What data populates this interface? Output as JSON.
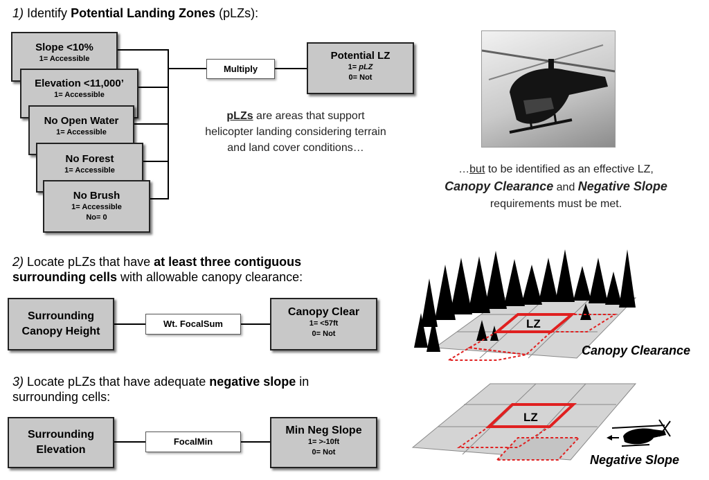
{
  "step1": {
    "num": "1)",
    "pre": " Identify ",
    "bold": "Potential Landing Zones",
    "post": " (pLZs):"
  },
  "step2": {
    "num": "2)",
    "pre": " Locate pLZs that have ",
    "bold": "at least three contiguous surrounding cells",
    "post": " with allowable canopy clearance:"
  },
  "step3": {
    "num": "3)",
    "pre": " Locate pLZs that have adequate ",
    "bold": "negative slope",
    "post": " in surrounding cells:"
  },
  "inputs": [
    {
      "title": "Slope <10%",
      "sub": "1= Accessible"
    },
    {
      "title": "Elevation <11,000’",
      "sub": "1= Accessible"
    },
    {
      "title": "No Open Water",
      "sub": "1= Accessible"
    },
    {
      "title": "No Forest",
      "sub": "1= Accessible"
    },
    {
      "title": "No Brush",
      "sub": "1= Accessible",
      "sub2": "No= 0"
    }
  ],
  "multiply": "Multiply",
  "potential_lz": {
    "title": "Potential LZ",
    "line1_pre": "1= ",
    "line1_em": "pLZ",
    "line2": "0= Not"
  },
  "plz_note": {
    "lead": "pLZs",
    "rest": " are areas that support helicopter landing considering terrain and land cover conditions…"
  },
  "lz_note": {
    "pre": "…",
    "under": "but",
    "mid": " to be identified as an effective LZ, ",
    "b1": "Canopy Clearance",
    "and": " and ",
    "b2": "Negative Slope",
    "end": " requirements must be met."
  },
  "canopy_flow": {
    "input": "Surrounding Canopy Height",
    "op": "Wt. FocalSum",
    "output": {
      "title": "Canopy Clear",
      "line1": "1= <57ft",
      "line2": "0= Not"
    }
  },
  "slope_flow": {
    "input": "Surrounding Elevation",
    "op": "FocalMin",
    "output": {
      "title": "Min Neg Slope",
      "line1": "1= >-10ft",
      "line2": "0= Not"
    }
  },
  "canopy_caption": "Canopy Clearance",
  "slope_caption": "Negative Slope",
  "lz_label": "LZ",
  "lz_label2": "LZ",
  "colors": {
    "box": "#c8c8c8",
    "accent": "#e02020",
    "grid": "#d4d4d4"
  }
}
